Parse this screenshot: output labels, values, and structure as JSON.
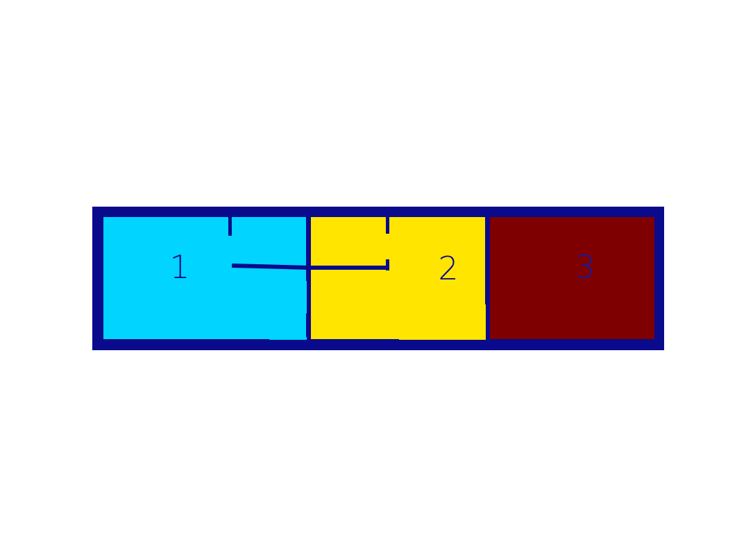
{
  "colors": {
    "background": "#ffffff",
    "wall": "#0a0a8c",
    "region_1": "#00d4ff",
    "region_2": "#ffe500",
    "region_3": "#7f0000",
    "label_on_light": "#0a0a8c",
    "label_on_dark": "#1a1a9c"
  },
  "regions": [
    {
      "id": "1",
      "label": "1",
      "color_key": "region_1"
    },
    {
      "id": "2",
      "label": "2",
      "color_key": "region_2"
    },
    {
      "id": "3",
      "label": "3",
      "color_key": "region_3"
    }
  ]
}
